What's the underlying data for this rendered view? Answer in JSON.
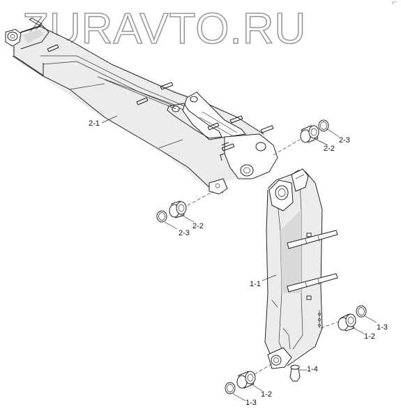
{
  "watermark": {
    "text": "ZURAVTO.RU"
  },
  "corner_mark": "┐─",
  "parts": [
    {
      "id": "boom",
      "label": "2-1"
    },
    {
      "id": "boom-bushing-right",
      "label": "2-2"
    },
    {
      "id": "boom-shim-right",
      "label": "2-3"
    },
    {
      "id": "boom-bushing-left",
      "label": "2-2"
    },
    {
      "id": "boom-shim-left",
      "label": "2-3"
    },
    {
      "id": "arm",
      "label": "1-1"
    },
    {
      "id": "arm-bushing-right",
      "label": "1-2"
    },
    {
      "id": "arm-shim-right",
      "label": "1-3"
    },
    {
      "id": "arm-bushing-bottom",
      "label": "1-2"
    },
    {
      "id": "arm-shim-bottom",
      "label": "1-3"
    },
    {
      "id": "grease-fitting",
      "label": "1-4"
    }
  ]
}
